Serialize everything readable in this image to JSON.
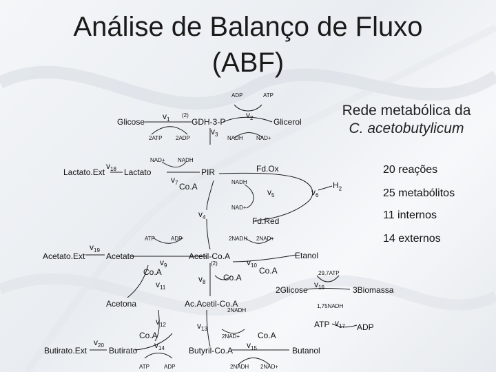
{
  "title": {
    "line1": "Análise de Balanço de Fluxo",
    "line2": "(ABF)"
  },
  "network_title": {
    "line1": "Rede metabólica da",
    "line2": "C. acetobutylicum"
  },
  "stats": {
    "reactions": "20 reações",
    "metabolites": "25 metabólitos",
    "internal": "11 internos",
    "external": "14 externos"
  },
  "metabolites": {
    "glicose": "Glicose",
    "gdh3p": "GDH-3-P",
    "glicerol": "Glicerol",
    "lactato_ext": "Lactato.Ext",
    "lactato": "Lactato",
    "pir": "PIR",
    "coa_1": "Co.A",
    "fdox": "Fd.Ox",
    "h2": "H",
    "h2_sub": "2",
    "fdred": "Fd.Red",
    "acetato_ext": "Acetato.Ext",
    "acetato": "Acetato",
    "acetil_coa": "Acetil-Co.A",
    "etanol": "Etanol",
    "coa_2": "Co.A",
    "coa_3": "Co.A",
    "coa_4": "Co.A",
    "glicose_2": "2Glicose",
    "biomassa": "3Biomassa",
    "acetona": "Acetona",
    "acacetil_coa": "Ac.Acetil-Co.A",
    "atp": "ATP",
    "adp": "ADP",
    "coa_5": "Co.A",
    "coa_6": "Co.A",
    "butirato_ext": "Butirato.Ext",
    "butirato": "Butirato",
    "butiril_coa": "Butyril-Co.A",
    "butanol": "Butanol"
  },
  "cofactors": {
    "adp_top": "ADP",
    "atp_top": "ATP",
    "two": "(2)",
    "two_atp": "2ATP",
    "two_adp": "2ADP",
    "nadh_v3": "NADH",
    "nad_v3": "NAD+",
    "nad_v1": "NAD+",
    "nadh_v1": "NADH",
    "nadh_v6": "NADH",
    "nad_v6": "NAD+",
    "atp_v18": "ATP",
    "adp_v18": "ADP",
    "two_nadh_v10": "2NADH",
    "two_nad_v10": "2NAD+",
    "two_v9": "(2)",
    "atp_v16": "29,7ATP",
    "nadh_v16": "1,75NADH",
    "two_nadh_v13": "2NADH",
    "two_nad_v13": "2NAD+",
    "atp_bottom": "ATP",
    "adp_bottom": "ADP",
    "two_nadh_v15": "2NADH",
    "two_nad_v15": "2NAD+"
  },
  "reactions": {
    "v1": {
      "l": "v",
      "s": "1"
    },
    "v2": {
      "l": "v",
      "s": "2"
    },
    "v3": {
      "l": "v",
      "s": "3"
    },
    "v4": {
      "l": "v",
      "s": "4"
    },
    "v5": {
      "l": "v",
      "s": "5"
    },
    "v6": {
      "l": "v",
      "s": "6"
    },
    "v7": {
      "l": "v",
      "s": "7"
    },
    "v8": {
      "l": "v",
      "s": "8"
    },
    "v9": {
      "l": "v",
      "s": "9"
    },
    "v10": {
      "l": "v",
      "s": "10"
    },
    "v11": {
      "l": "v",
      "s": "11"
    },
    "v12": {
      "l": "v",
      "s": "12"
    },
    "v13": {
      "l": "v",
      "s": "13"
    },
    "v14": {
      "l": "v",
      "s": "14"
    },
    "v15": {
      "l": "v",
      "s": "15"
    },
    "v16": {
      "l": "v",
      "s": "16"
    },
    "v17": {
      "l": "v",
      "s": "17"
    },
    "v18": {
      "l": "v",
      "s": "18"
    },
    "v19": {
      "l": "v",
      "s": "19"
    },
    "v20": {
      "l": "v",
      "s": "20"
    }
  }
}
